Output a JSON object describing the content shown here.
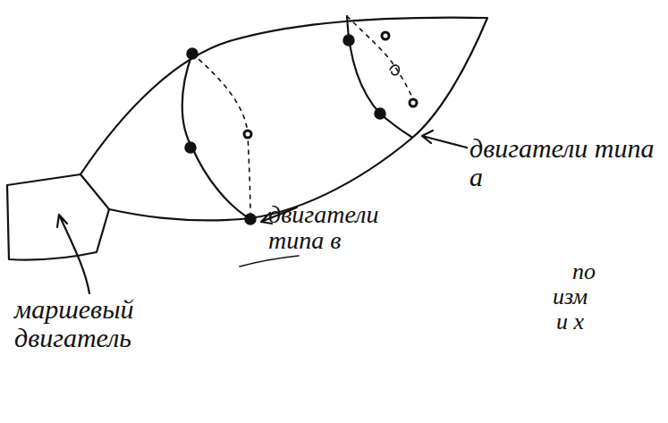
{
  "diagram": {
    "labels": [
      "двигатели типа а",
      "двигатели типа в",
      "маршевый двигатель",
      "по",
      "изм",
      "и х"
    ]
  }
}
